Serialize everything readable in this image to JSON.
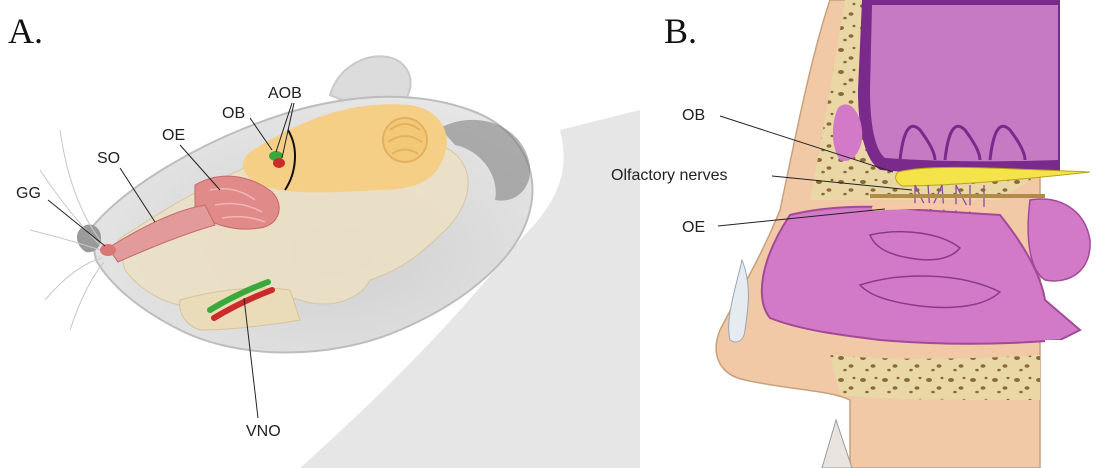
{
  "panel_a": {
    "letter": "A.",
    "labels": {
      "ob": "OB",
      "aob": "AOB",
      "oe": "OE",
      "so": "SO",
      "gg": "GG",
      "vno": "VNO"
    }
  },
  "panel_b": {
    "letter": "B.",
    "labels": {
      "ob": "OB",
      "olfactory_nerves": "Olfactory nerves",
      "oe": "OE"
    }
  },
  "colors": {
    "skull": "#ede0c4",
    "brain": "#f6cf86",
    "olfactory_epithelium": "#e08a8a",
    "vno_green": "#3aa83a",
    "vno_red": "#cc2b2b",
    "brain_purple": "#7a2a8a",
    "cavity_pink": "#d27ac8",
    "bone_tan": "#e8d6a6",
    "skin": "#f2c9a6"
  }
}
